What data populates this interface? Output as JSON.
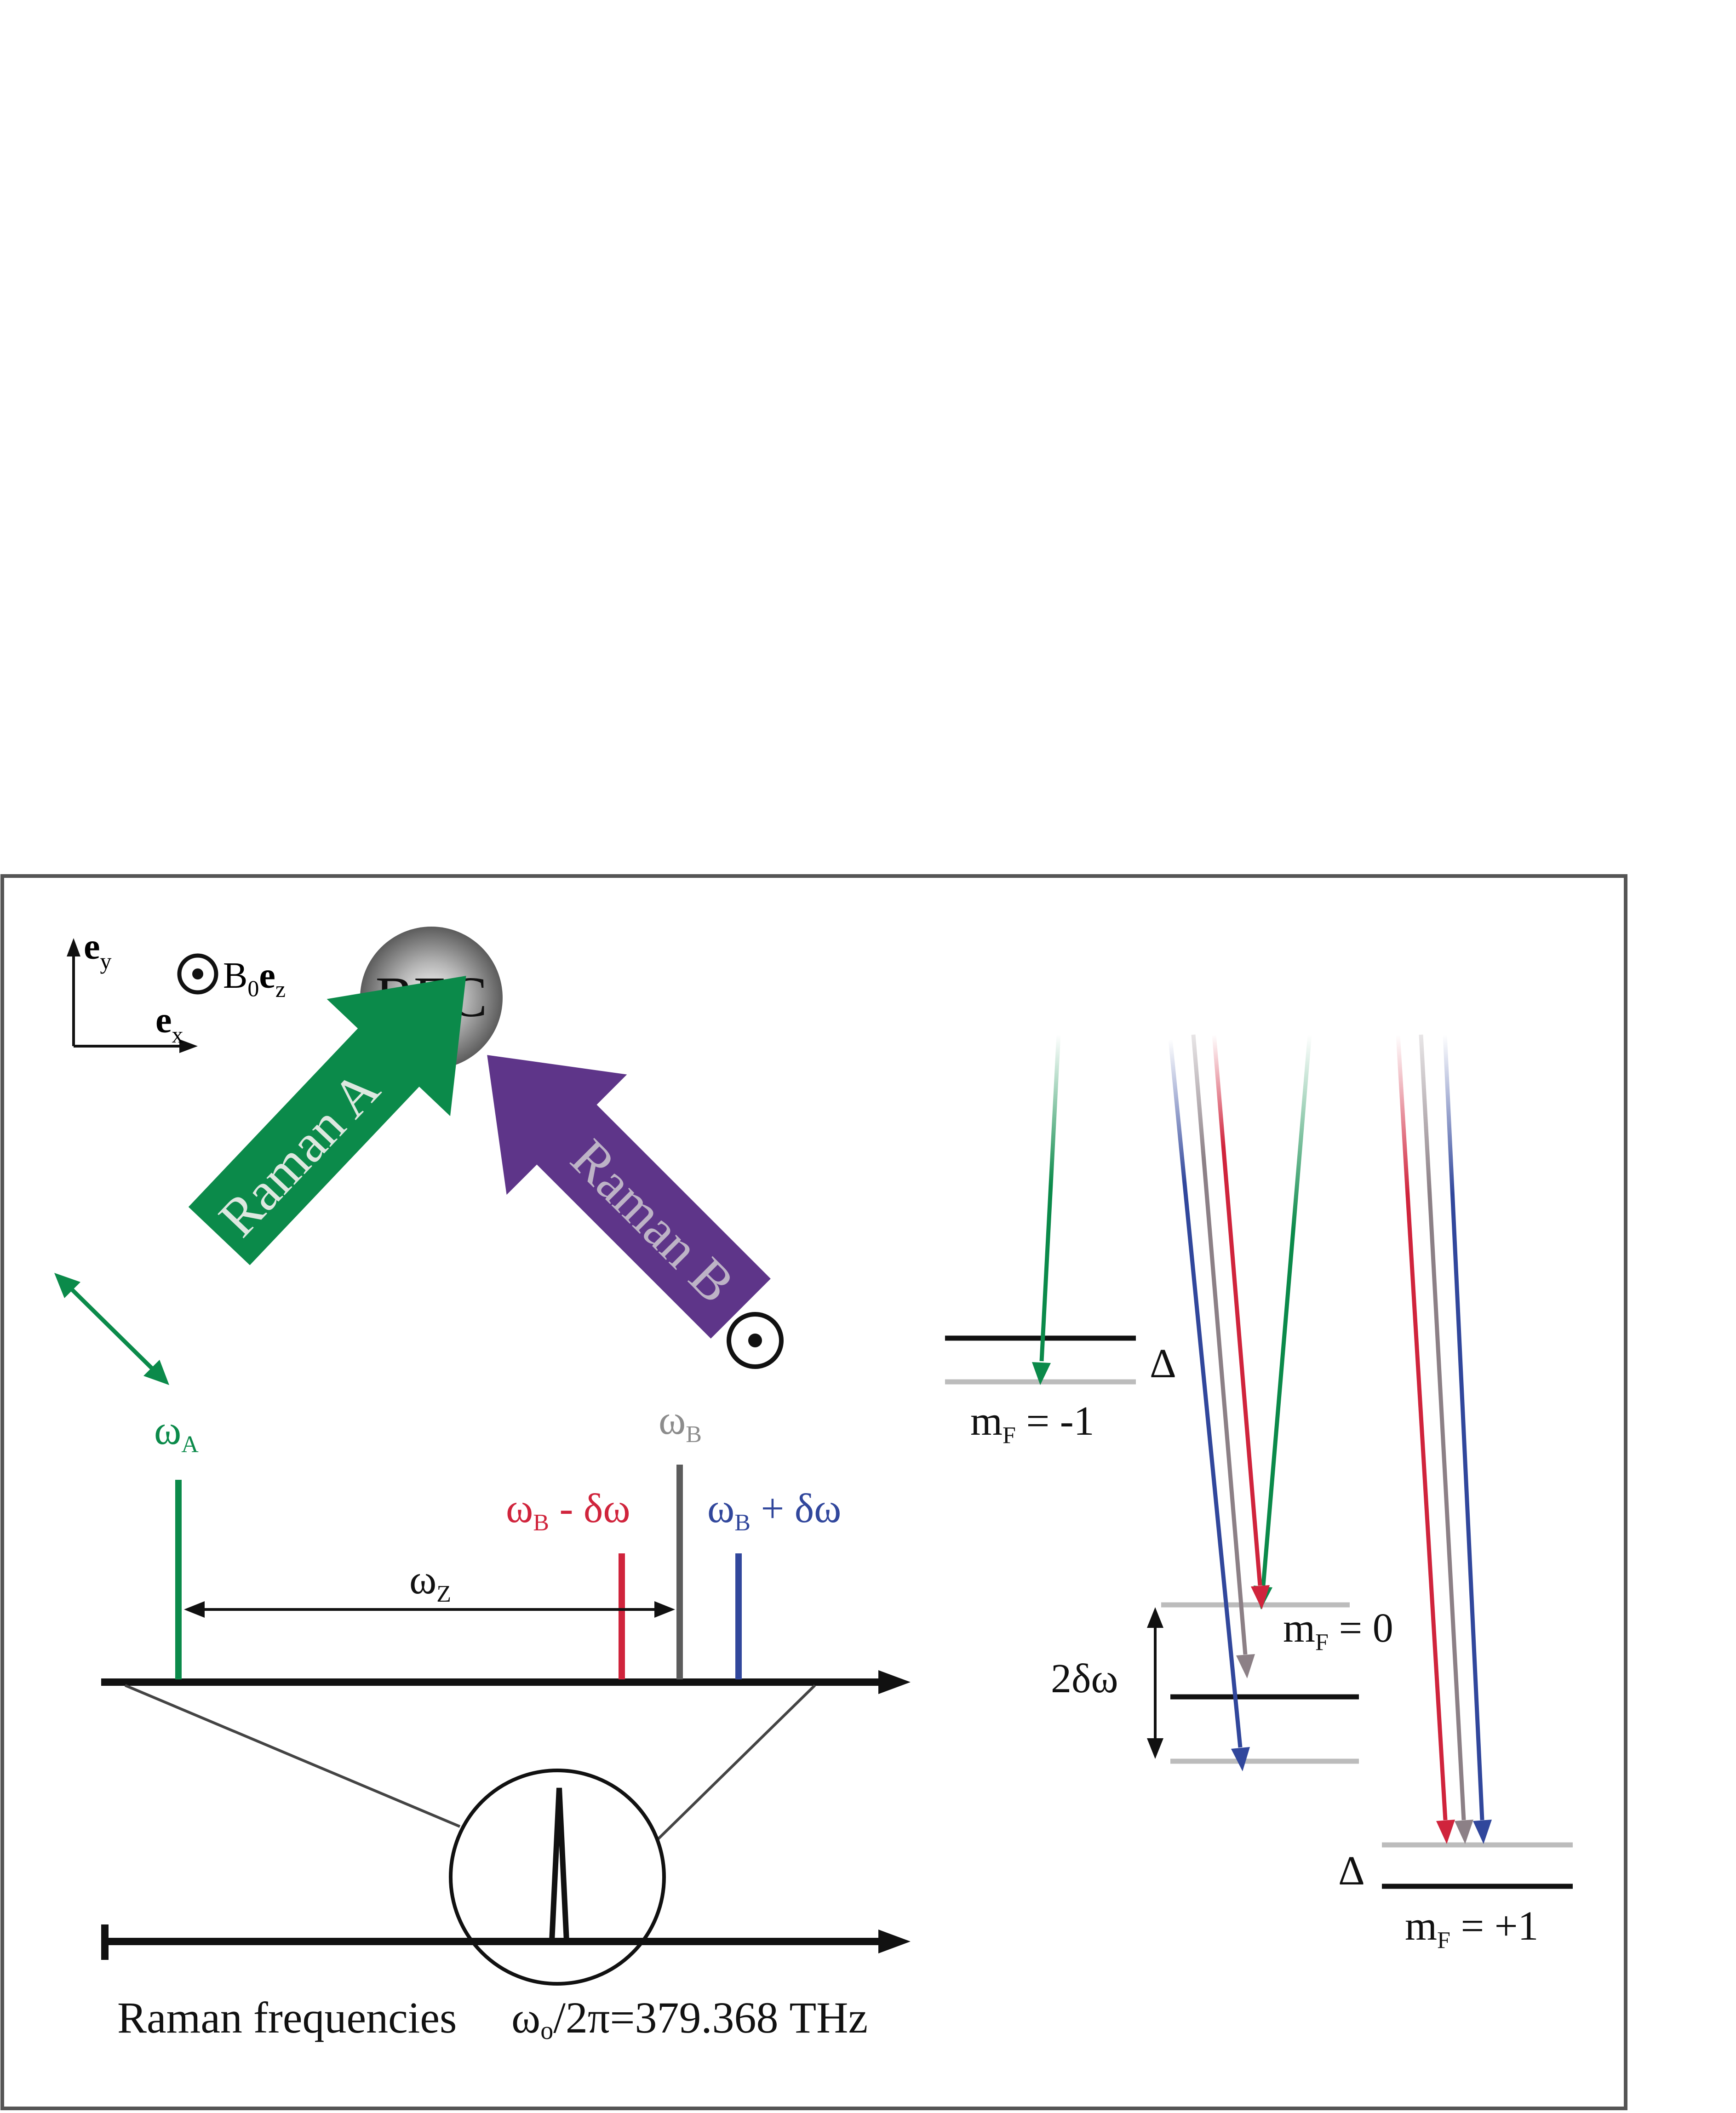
{
  "axes": {
    "ey": "e",
    "ey_sub": "y",
    "ex": "e",
    "ex_sub": "x"
  },
  "field": {
    "b": "B",
    "b_sub": "0",
    "e": "e",
    "e_sub": "z"
  },
  "bec": {
    "label": "BEC"
  },
  "beams": {
    "a": {
      "label": "Raman A",
      "color": "#0b8a4a"
    },
    "b": {
      "label": "Raman B",
      "color": "#5e3589"
    }
  },
  "spectrum": {
    "omega_a": {
      "main": "ω",
      "sub": "A",
      "color": "#0b8a4a"
    },
    "omega_b": {
      "main": "ω",
      "sub": "B",
      "color": "#8c8c8c"
    },
    "omega_b_minus": {
      "main": "ω",
      "sub": "B",
      "tail": " - δω",
      "color": "#d0243c"
    },
    "omega_b_plus": {
      "main": "ω",
      "sub": "B",
      "tail": " + δω",
      "color": "#31479c"
    },
    "omega_z": {
      "main": "ω",
      "sub": "Z"
    },
    "axis_label": "Raman frequencies",
    "center_main": "ω",
    "center_sub": "o",
    "center_tail": "/2π=379.368 THz"
  },
  "levels": {
    "m_minus1": {
      "m": "m",
      "sub": "F",
      "value": " = -1"
    },
    "m_0": {
      "m": "m",
      "sub": "F",
      "value": " = 0"
    },
    "m_plus1": {
      "m": "m",
      "sub": "F",
      "value": " = +1"
    },
    "delta_1": "Δ",
    "delta_2": "Δ",
    "two_delta_omega": "2δω"
  }
}
